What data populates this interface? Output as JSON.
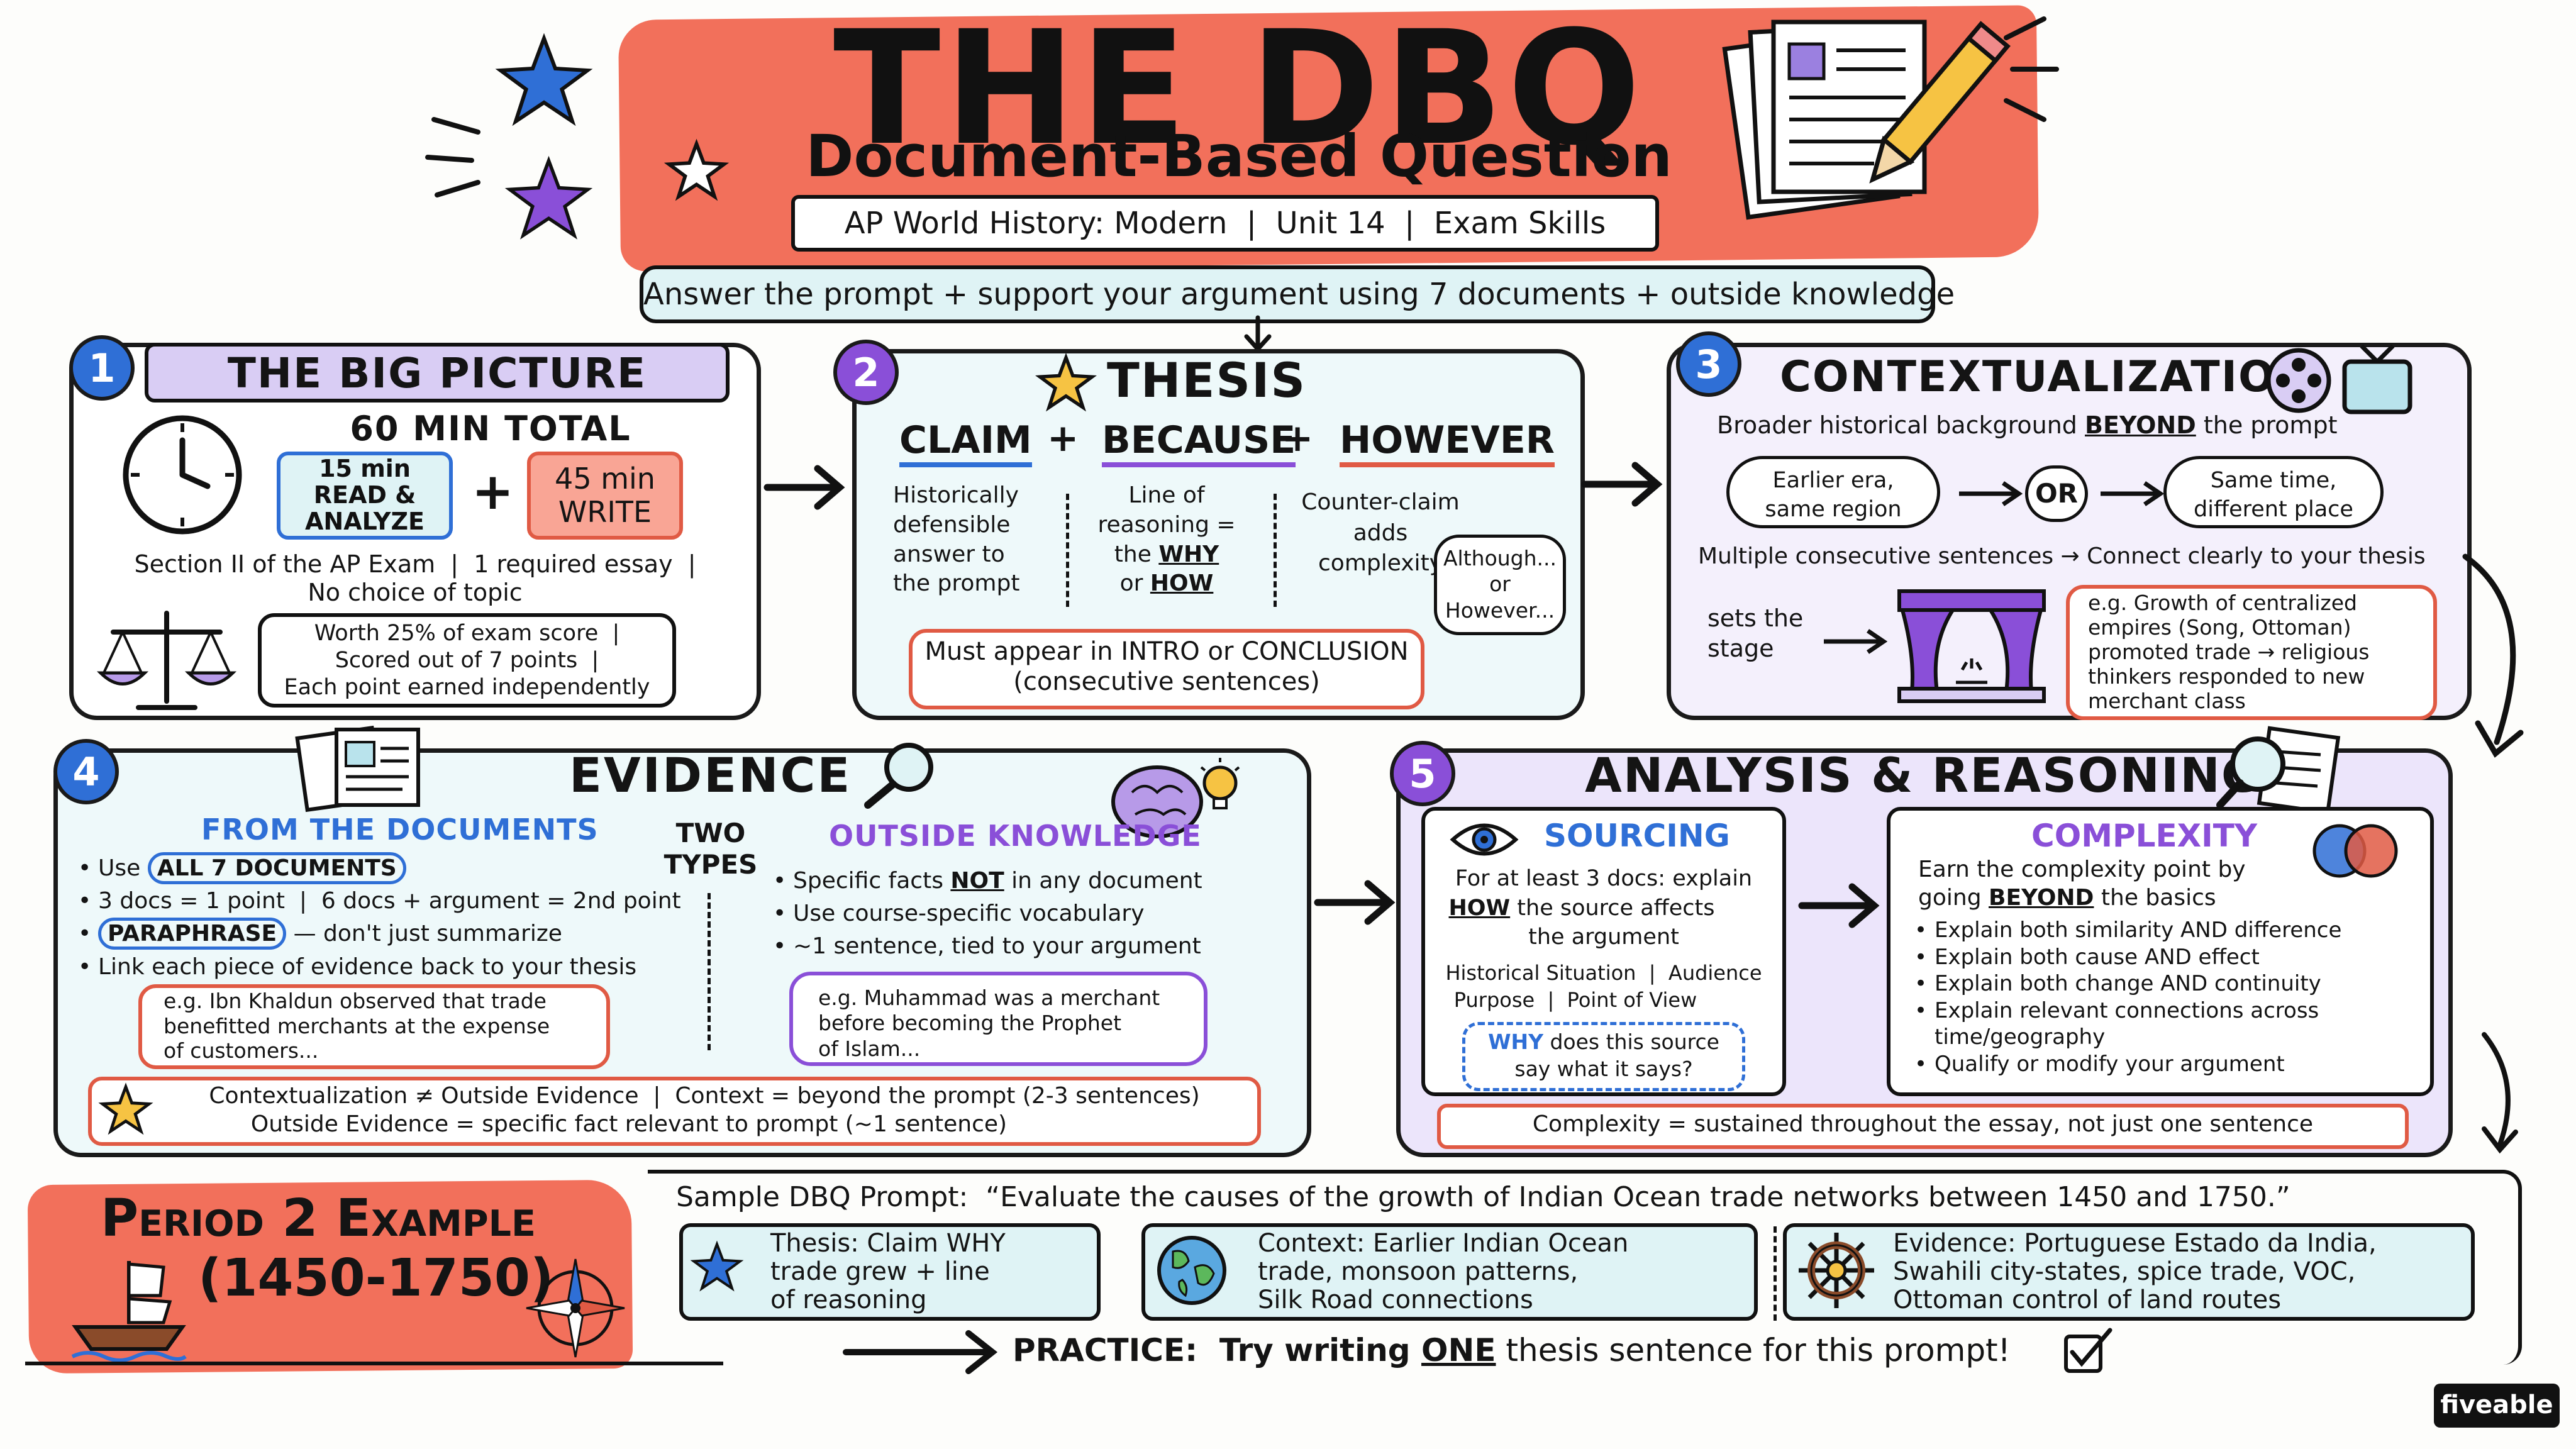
{
  "header": {
    "title": "THE DBQ",
    "subtitle": "Document-Based Question",
    "course_bar": "AP World History: Modern  |  Unit 14  |  Exam Skills",
    "tagline": "Answer the prompt + support your argument using 7 documents + outside knowledge"
  },
  "colors": {
    "coral": "#f2705b",
    "lavender": "#d9cdf4",
    "teal": "#dff3f5",
    "blue": "#2f6fd6",
    "purple": "#8a4fd8",
    "red": "#e05a44"
  },
  "s1": {
    "num": "1",
    "title": "THE BIG PICTURE",
    "total": "60 MIN TOTAL",
    "read": "15 min\nREAD &\nANALYZE",
    "plus": "+",
    "write": "45 min\nWRITE",
    "section_line1": "Section II of the AP Exam  |  1 required essay  |",
    "section_line2": "No choice of topic",
    "worth_line1": "Worth 25% of exam score  |",
    "worth_line2": "Scored out of 7 points  |",
    "worth_line3": "Each point earned independently"
  },
  "s2": {
    "num": "2",
    "title": "THESIS",
    "claim": "CLAIM",
    "plus1": "+",
    "because": "BECAUSE",
    "plus2": "+",
    "however": "HOWEVER",
    "col1": "Historically\ndefensible\nanswer to\nthe prompt",
    "col2_pre": "Line of\nreasoning =\nthe ",
    "col2_why": "WHY",
    "col2_or": "\nor ",
    "col2_how": "HOW",
    "col3": "Counter-claim\nadds\ncomplexity",
    "bubble": "Although...\nor\nHowever...",
    "must_line1": "Must appear in INTRO or CONCLUSION",
    "must_line2": "(consecutive sentences)"
  },
  "s3": {
    "num": "3",
    "title": "CONTEXTUALIZATION",
    "sub_pre": "Broader historical background ",
    "sub_beyond": "BEYOND",
    "sub_post": " the prompt",
    "earlier": "Earlier era,\nsame region",
    "or": "OR",
    "same": "Same time,\ndifferent place",
    "multi": "Multiple consecutive sentences → Connect clearly to your thesis",
    "sets": "sets the\nstage",
    "example": "e.g. Growth of centralized\nempires (Song, Ottoman)\npromoted trade → religious\nthinkers responded to new\nmerchant class"
  },
  "s4": {
    "num": "4",
    "title": "EVIDENCE",
    "from_docs": "FROM THE DOCUMENTS",
    "two_types": "TWO\nTYPES",
    "outside": "OUTSIDE KNOWLEDGE",
    "docs_items": [
      {
        "pre": "Use ",
        "circled": "ALL 7 DOCUMENTS",
        "post": ""
      },
      {
        "pre": "3 docs = 1 point  |  6 docs + argument = 2nd point",
        "circled": "",
        "post": ""
      },
      {
        "pre": "",
        "circled": "PARAPHRASE",
        "post": " — don't just summarize"
      },
      {
        "pre": "Link each piece of evidence back to your thesis",
        "circled": "",
        "post": ""
      }
    ],
    "docs_example": "e.g. Ibn Khaldun observed that trade\nbenefitted merchants at the expense\nof customers...",
    "outside_items": [
      {
        "pre": "Specific facts ",
        "u": "NOT",
        "post": " in any document"
      },
      {
        "pre": "Use course-specific vocabulary",
        "u": "",
        "post": ""
      },
      {
        "pre": "~1 sentence, tied to your argument",
        "u": "",
        "post": ""
      }
    ],
    "outside_example": "e.g. Muhammad was a merchant\nbefore becoming the Prophet\nof Islam...",
    "note_line1": "Contextualization ≠ Outside Evidence  |  Context = beyond the prompt (2-3 sentences)",
    "note_line2": "Outside Evidence = specific fact relevant to prompt (~1 sentence)"
  },
  "s5": {
    "num": "5",
    "title": "ANALYSIS & REASONING",
    "sourcing": "SOURCING",
    "sourcing_line1": "For at least 3 docs: explain",
    "sourcing_how": "HOW",
    "sourcing_line2": " the source affects",
    "sourcing_line3": "the argument",
    "hipp1": "Historical Situation  |  Audience",
    "hipp2": "Purpose  |  Point of View",
    "why_bold": "WHY",
    "why_line1": " does this source",
    "why_line2": "say what it says?",
    "complexity": "COMPLEXITY",
    "cx_line1": "Earn the complexity point by",
    "cx_line2_pre": "going ",
    "cx_beyond": "BEYOND",
    "cx_line2_post": " the basics",
    "cx_items": [
      "Explain both similarity AND difference",
      "Explain both cause AND effect",
      "Explain both change AND continuity",
      "Explain relevant connections across\ntime/geography",
      "Qualify or modify your argument"
    ],
    "footer": "Complexity = sustained throughout the essay, not just one sentence"
  },
  "example": {
    "period_title": "Period 2 Example",
    "period_years": "(1450-1750)",
    "prompt": "Sample DBQ Prompt:  “Evaluate the causes of the growth of Indian Ocean trade networks between 1450 and 1750.”",
    "thesis": "Thesis: Claim WHY\ntrade grew + line\nof reasoning",
    "context": "Context: Earlier Indian Ocean\ntrade, monsoon patterns,\nSilk Road connections",
    "evidence": "Evidence: Portuguese Estado da India,\nSwahili city-states, spice trade, VOC,\nOttoman control of land routes",
    "practice_pre": "PRACTICE:  Try writing ",
    "practice_one": "ONE",
    "practice_post": " thesis sentence for this prompt!"
  },
  "brand": "fiveable"
}
